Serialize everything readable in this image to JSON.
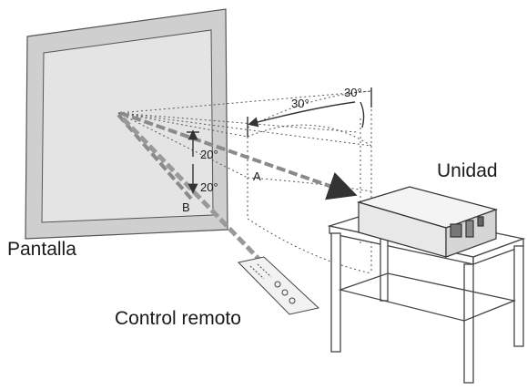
{
  "labels": {
    "screen": "Pantalla",
    "unit": "Unidad",
    "remote": "Control remoto",
    "angle_h_inner": "30°",
    "angle_h_outer": "30°",
    "angle_v_upper": "20°",
    "angle_v_lower": "20°",
    "point_a": "A",
    "point_b": "B"
  },
  "colors": {
    "line": "#333333",
    "screen_frame": "#c9c9c9",
    "screen_inner": "#e2e2e2",
    "beam": "#8a8a8a"
  }
}
